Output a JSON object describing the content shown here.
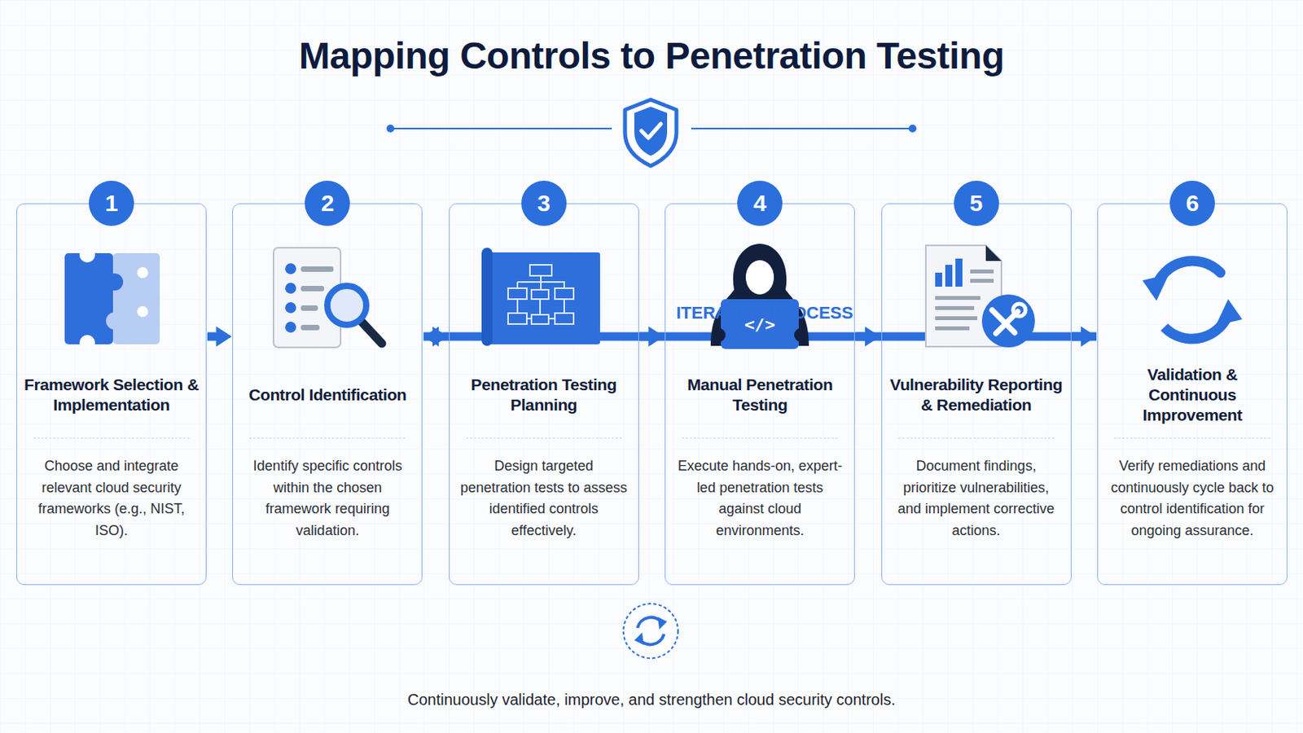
{
  "diagram": {
    "title": "Mapping Controls to Penetration Testing",
    "caption": "Continuously validate, improve, and strengthen cloud security controls.",
    "nodes": [
      {
        "text": [
          "1",
          "Framework Selection & Implementation",
          "Choose and integrate relevant cloud security frameworks (e.g., NIST, ISO)."
        ]
      },
      {
        "text": [
          "2",
          "Control Identification",
          "Identify specific controls within the chosen framework requiring validation."
        ]
      },
      {
        "text": [
          "3",
          "Penetration Testing Planning",
          "Design targeted penetration tests to assess identified controls effectively."
        ]
      },
      {
        "text": [
          "4",
          "Manual Penetration Testing",
          "Execute hands-on, expert-led penetration tests against cloud environments."
        ]
      },
      {
        "text": [
          "5",
          "Vulnerability Reporting & Remediation",
          "Document findings, prioritize vulnerabilities, and implement corrective actions."
        ]
      },
      {
        "text": [
          "6",
          "Validation & Continuous Improvement",
          "Verify remediations and continuously cycle back to control identification for ongoing assurance."
        ]
      }
    ],
    "edges": [
      {
        "from": 0,
        "to": 1,
        "arrow": "to"
      },
      {
        "from": 1,
        "to": 2,
        "arrow": "to"
      },
      {
        "from": 2,
        "to": 3,
        "arrow": "to"
      },
      {
        "from": 3,
        "to": 4,
        "arrow": "to"
      },
      {
        "from": 4,
        "to": 5,
        "arrow": "to"
      },
      {
        "from": 5,
        "to": 1,
        "arrow": "to",
        "label": "ITERATIVE PROCESS"
      }
    ],
    "labels": [
      "</>"
    ]
  }
}
